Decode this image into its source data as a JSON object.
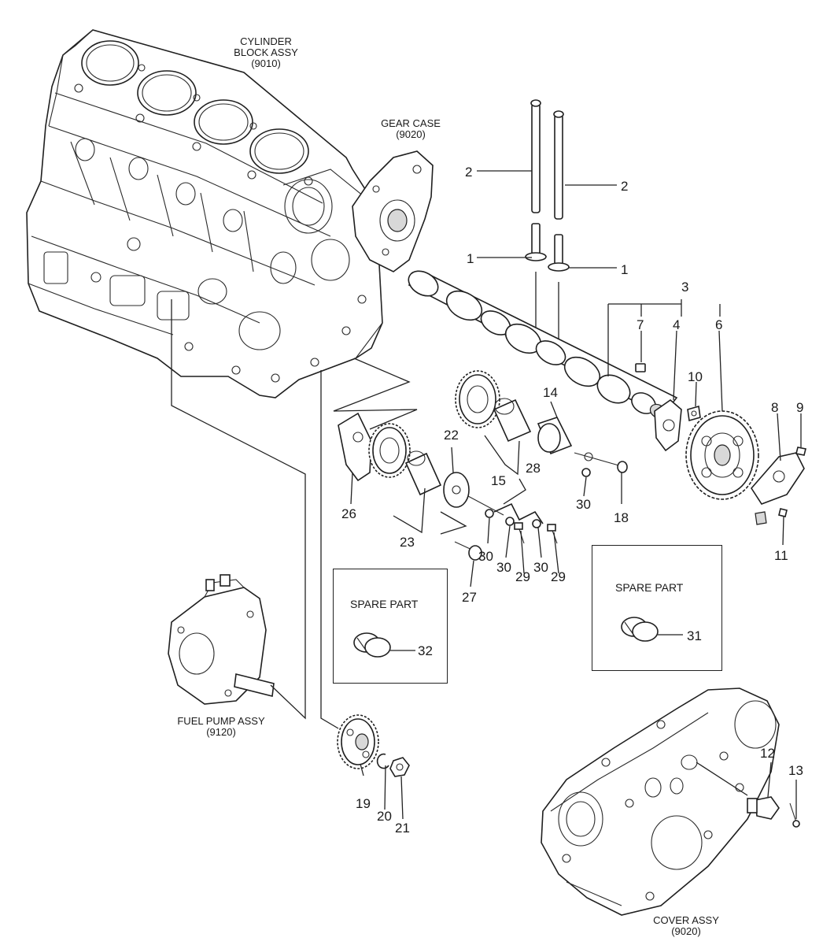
{
  "assemblies": {
    "cylinder_block": {
      "line1": "CYLINDER",
      "line2": "BLOCK ASSY",
      "line3": "(9010)"
    },
    "gear_case": {
      "line1": "GEAR CASE",
      "line2": "(9020)"
    },
    "fuel_pump": {
      "line1": "FUEL PUMP ASSY",
      "line2": "(9120)"
    },
    "cover": {
      "line1": "COVER ASSY",
      "line2": "(9020)"
    }
  },
  "spare_parts": {
    "left": {
      "title": "SPARE PART",
      "part_number": "32"
    },
    "right": {
      "title": "SPARE PART",
      "part_number": "31"
    }
  },
  "callouts": {
    "c2a": "2",
    "c2b": "2",
    "c1a": "1",
    "c1b": "1",
    "c3": "3",
    "c7": "7",
    "c4": "4",
    "c6": "6",
    "c10": "10",
    "c14": "14",
    "c8": "8",
    "c9": "9",
    "c22": "22",
    "c28": "28",
    "c15": "15",
    "c26": "26",
    "c23": "23",
    "c30a": "30",
    "c18": "18",
    "c11": "11",
    "c30b": "30",
    "c30c": "30",
    "c30d": "30",
    "c29a": "29",
    "c29b": "29",
    "c27": "27",
    "c19": "19",
    "c20": "20",
    "c21": "21",
    "c12": "12",
    "c13": "13"
  }
}
